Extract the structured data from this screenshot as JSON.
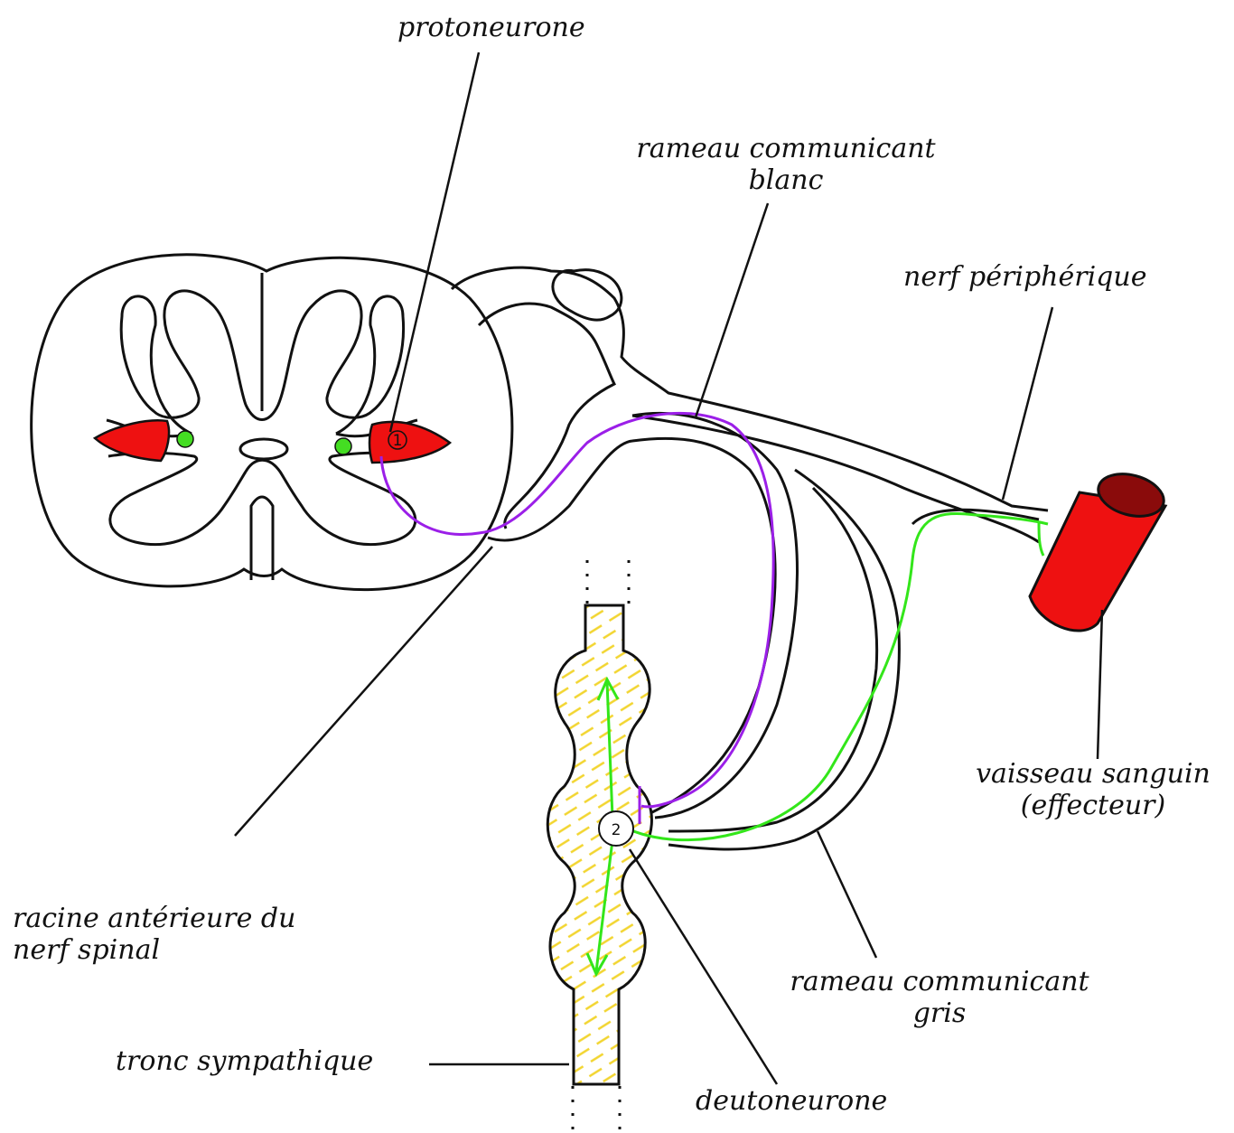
{
  "labels": {
    "protoneurone": "protoneurone",
    "rameau_blanc_line1": "rameau communicant",
    "rameau_blanc_line2": "blanc",
    "nerf_peripherique": "nerf périphérique",
    "vaisseau_line1": "vaisseau sanguin",
    "vaisseau_line2": "(effecteur)",
    "racine_line1": "racine antérieure du",
    "racine_line2": "nerf spinal",
    "rameau_gris_line1": "rameau communicant",
    "rameau_gris_line2": "gris",
    "tronc": "tronc sympathique",
    "deutoneurone": "deutoneurone"
  },
  "markers": {
    "neuron_1": "1",
    "neuron_2": "2"
  },
  "colors": {
    "outline": "#111111",
    "preganglionic_fiber": "#9b1fe8",
    "postganglionic_fiber": "#33e61a",
    "neuron_body": "#ee1111",
    "vessel": "#ee1111",
    "vessel_lumen": "#8a0b0b",
    "ganglion_hatching": "#f2d530",
    "intermediolateral_dot": "#44dd22"
  }
}
